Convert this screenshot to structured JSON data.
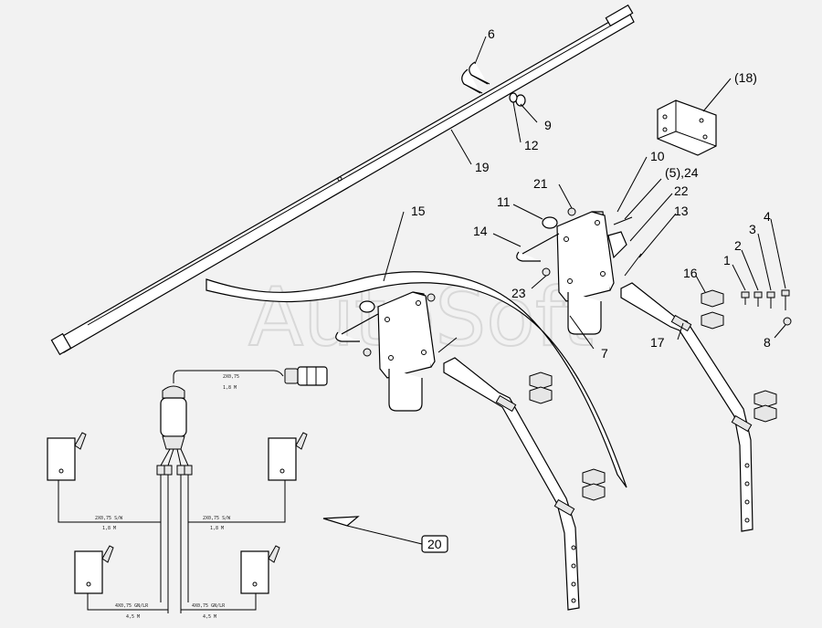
{
  "watermark": "AutoSoft",
  "callouts": {
    "c6": "6",
    "c9": "9",
    "c12": "12",
    "c19": "19",
    "c18": "(18)",
    "c10": "10",
    "c5_24": "(5),24",
    "c21": "21",
    "c22": "22",
    "c11": "11",
    "c13": "13",
    "c14": "14",
    "c15": "15",
    "c23": "23",
    "c7": "7",
    "c16": "16",
    "c1": "1",
    "c2": "2",
    "c3": "3",
    "c4": "4",
    "c8": "8",
    "c17": "17",
    "c20": "20"
  },
  "wire_specs": {
    "s1a": "2X0,75",
    "s1b": "1,8 M",
    "s2a": "2X0,75 S/W",
    "s2b": "1,8 M",
    "s3a": "2X0,75 S/W",
    "s3b": "1,8 M",
    "s4a": "4X0,75 GN/LR",
    "s4b": "4,5 M",
    "s5a": "4X0,75 GN/LR",
    "s5b": "4,5 M"
  }
}
